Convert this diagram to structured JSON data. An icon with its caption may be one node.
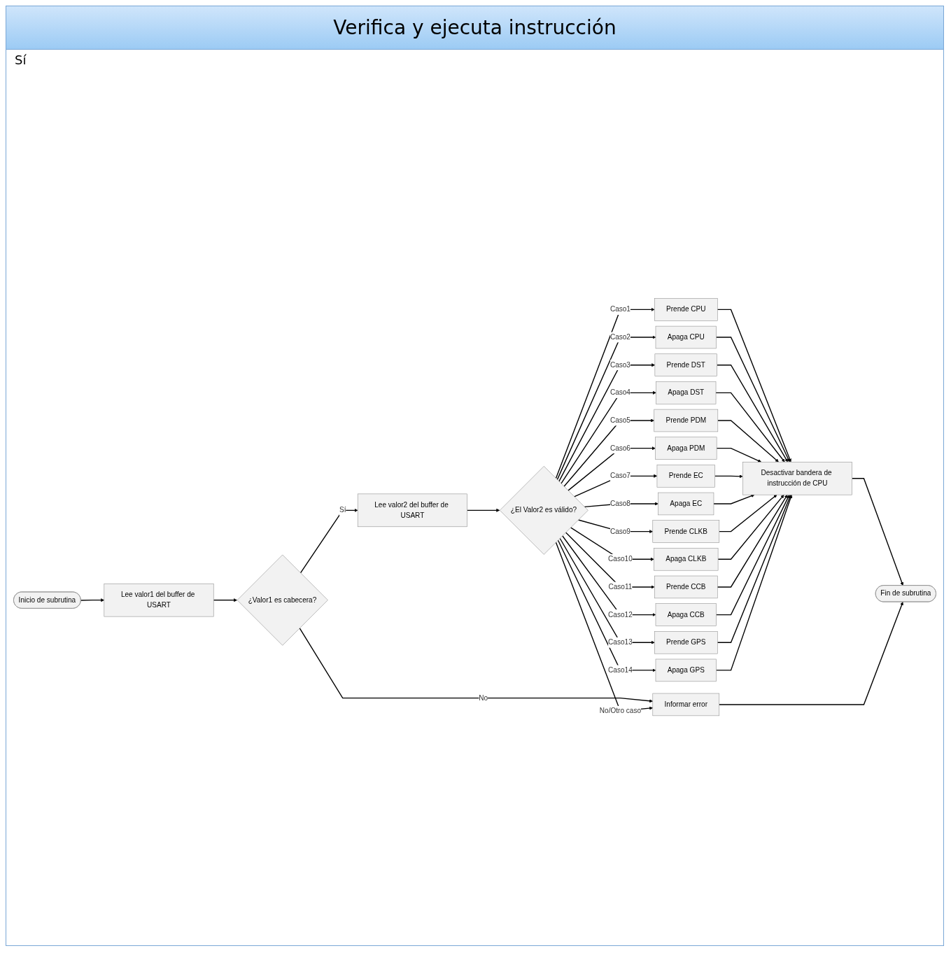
{
  "diagram": {
    "title": "Verifica y ejecuta instrucción",
    "nodes": [
      {
        "text": [
          "Inicio de subrutina"
        ]
      },
      {
        "text": [
          "Lee valor1 del buffer de USART"
        ]
      },
      {
        "text": [
          "¿Valor1 es cabecera?"
        ]
      },
      {
        "text": [
          "Lee valor2 del buffer de USART"
        ]
      },
      {
        "text": [
          "¿El Valor2 es válido?"
        ]
      },
      {
        "text": [
          "Informar error"
        ]
      },
      {
        "text": [
          "Fin de subrutina"
        ]
      },
      {
        "text": [
          "Prende CPU"
        ]
      },
      {
        "text": [
          "Apaga CPU"
        ]
      },
      {
        "text": [
          "Prende DST"
        ]
      },
      {
        "text": [
          "Apaga DST"
        ]
      },
      {
        "text": [
          "Prende PDM"
        ]
      },
      {
        "text": [
          "Apaga PDM"
        ]
      },
      {
        "text": [
          "Prende EC"
        ]
      },
      {
        "text": [
          "Apaga EC"
        ]
      },
      {
        "text": [
          "Prende CLKB"
        ]
      },
      {
        "text": [
          "Apaga CLKB"
        ]
      },
      {
        "text": [
          "Prende CCB"
        ]
      },
      {
        "text": [
          "Apaga CCB"
        ]
      },
      {
        "text": [
          "Prende GPS"
        ]
      },
      {
        "text": [
          "Apaga GPS"
        ]
      },
      {
        "text": [
          "Desactivar bandera de instrucción de CPU"
        ]
      }
    ],
    "edges": [
      {
        "from": 0,
        "to": 1,
        "arrow": "to"
      },
      {
        "from": 1,
        "to": 2,
        "arrow": "to"
      },
      {
        "from": 2,
        "to": 3,
        "arrow": "to",
        "label": "Sí"
      },
      {
        "from": 2,
        "to": 5,
        "arrow": "to",
        "label": "No"
      },
      {
        "from": 3,
        "to": 4,
        "arrow": "to"
      },
      {
        "from": 4,
        "to": 5,
        "arrow": "to",
        "label": "No/Otro caso"
      },
      {
        "from": 4,
        "to": 7,
        "arrow": "to",
        "label": "Caso1"
      },
      {
        "from": 4,
        "to": 8,
        "arrow": "to",
        "label": "Caso2"
      },
      {
        "from": 4,
        "to": 9,
        "arrow": "to",
        "label": "Caso3"
      },
      {
        "from": 4,
        "to": 10,
        "arrow": "to",
        "label": "Caso4"
      },
      {
        "from": 4,
        "to": 11,
        "arrow": "to",
        "label": "Caso5"
      },
      {
        "from": 4,
        "to": 12,
        "arrow": "to",
        "label": "Caso6"
      },
      {
        "from": 4,
        "to": 13,
        "arrow": "to",
        "label": "Caso7"
      },
      {
        "from": 4,
        "to": 14,
        "arrow": "to",
        "label": "Caso8"
      },
      {
        "from": 4,
        "to": 15,
        "arrow": "to",
        "label": "Caso9"
      },
      {
        "from": 4,
        "to": 16,
        "arrow": "to",
        "label": "Caso10"
      },
      {
        "from": 4,
        "to": 17,
        "arrow": "to",
        "label": "Caso11"
      },
      {
        "from": 4,
        "to": 18,
        "arrow": "to",
        "label": "Caso12"
      },
      {
        "from": 4,
        "to": 19,
        "arrow": "to",
        "label": "Caso13"
      },
      {
        "from": 4,
        "to": 20,
        "arrow": "to",
        "label": "Caso14"
      },
      {
        "from": 7,
        "to": 21,
        "arrow": "to"
      },
      {
        "from": 8,
        "to": 21,
        "arrow": "to"
      },
      {
        "from": 9,
        "to": 21,
        "arrow": "to"
      },
      {
        "from": 10,
        "to": 21,
        "arrow": "to"
      },
      {
        "from": 11,
        "to": 21,
        "arrow": "to"
      },
      {
        "from": 12,
        "to": 21,
        "arrow": "to"
      },
      {
        "from": 13,
        "to": 21,
        "arrow": "to"
      },
      {
        "from": 14,
        "to": 21,
        "arrow": "to"
      },
      {
        "from": 15,
        "to": 21,
        "arrow": "to"
      },
      {
        "from": 16,
        "to": 21,
        "arrow": "to"
      },
      {
        "from": 17,
        "to": 21,
        "arrow": "to"
      },
      {
        "from": 18,
        "to": 21,
        "arrow": "to"
      },
      {
        "from": 19,
        "to": 21,
        "arrow": "to"
      },
      {
        "from": 20,
        "to": 21,
        "arrow": "to"
      },
      {
        "from": 21,
        "to": 6,
        "arrow": "to"
      },
      {
        "from": 5,
        "to": 6,
        "arrow": "to"
      }
    ],
    "labels": [
      "Sí"
    ]
  }
}
